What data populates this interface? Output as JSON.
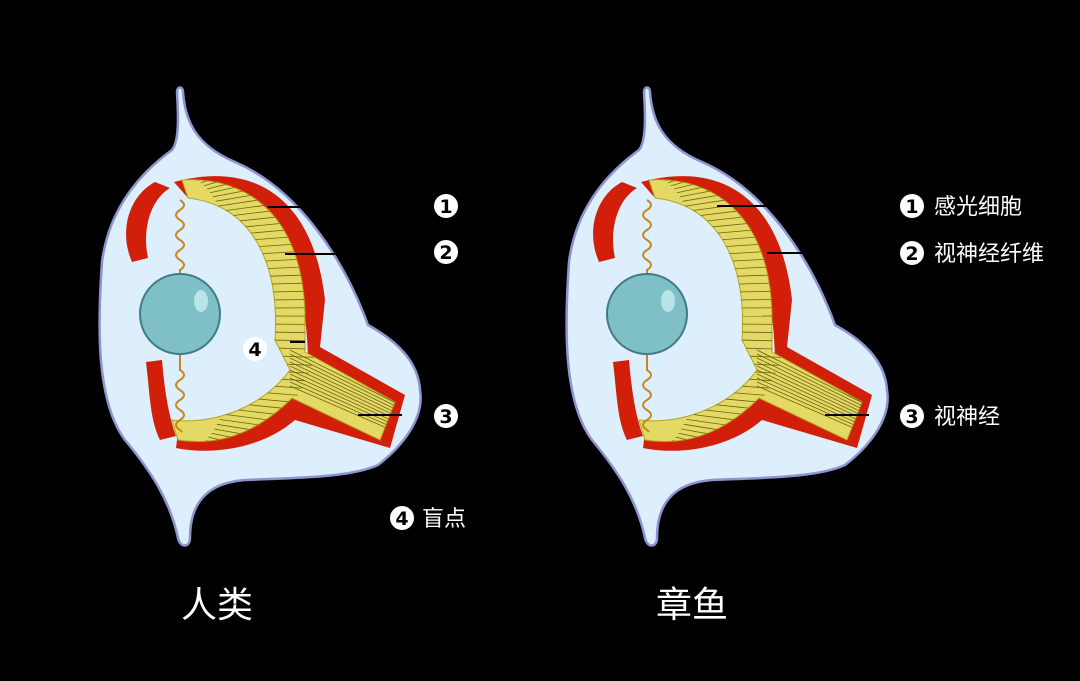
{
  "colors": {
    "background": "#000000",
    "eye_body": "#ddeefc",
    "eye_outline": "#8e94cf",
    "sclera_red": "#d11f0a",
    "retina_yellow": "#fbef86",
    "fiber_olive": "#b7b126",
    "fiber_line": "#6b6413",
    "lens": "#7fbfc6",
    "lens_outline": "#3f7c86",
    "lens_highlight": "#b9e4e8",
    "ligament": "#c9871f",
    "pointer_line": "#000000",
    "text": "#ffffff",
    "marker_fill": "#ffffff",
    "marker_text": "#000000"
  },
  "icons": {
    "human_eye": "eye-cross-section-icon",
    "octopus_eye": "eye-cross-section-icon"
  },
  "human": {
    "caption": "人类",
    "markers": {
      "m1": "1",
      "m2": "2",
      "m3": "3",
      "m4": "4"
    },
    "legend": {
      "blind_spot": "盲点"
    }
  },
  "octopus": {
    "caption": "章鱼",
    "markers": {
      "m1": "1",
      "m2": "2",
      "m3": "3"
    },
    "legend": {
      "photoreceptor": "感光细胞",
      "optic_nerve_fiber": "视神经纤维",
      "optic_nerve": "视神经"
    }
  }
}
